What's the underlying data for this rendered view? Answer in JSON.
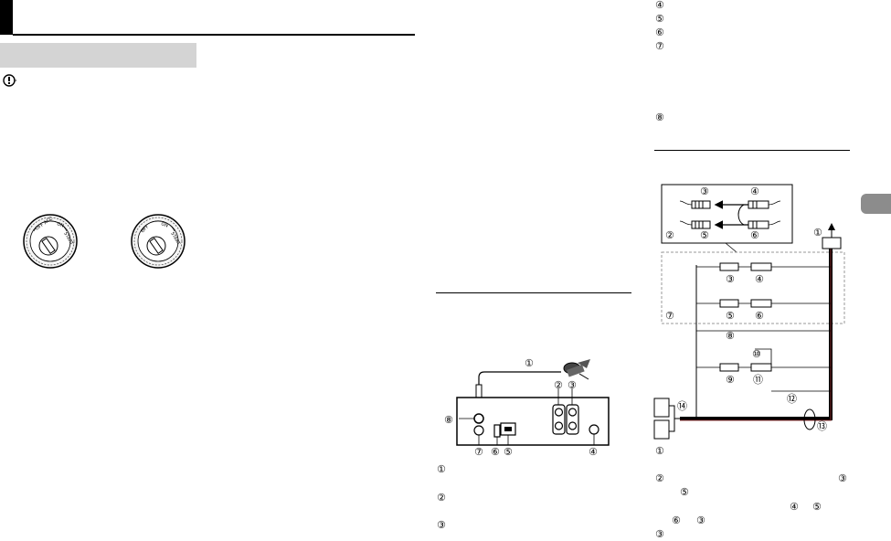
{
  "left_column": {
    "caution_icon": "caution-icon",
    "ignition_switches": [
      "ignition-switch-acc-position",
      "ignition-switch-no-acc-position"
    ]
  },
  "middle_column": {
    "list_numbers": [
      "①",
      "②",
      "③"
    ],
    "diagram_callouts": [
      "①",
      "②",
      "③",
      "④",
      "⑤",
      "⑥",
      "⑦",
      "⑧"
    ]
  },
  "right_column": {
    "top_list_numbers": [
      "④",
      "⑤",
      "⑥",
      "⑦",
      "⑧"
    ],
    "diagram_callouts": [
      "①",
      "②",
      "③",
      "④",
      "⑤",
      "⑥",
      "⑦",
      "⑧",
      "⑨",
      "⑩",
      "⑪",
      "⑫",
      "⑬",
      "⑭"
    ],
    "bottom_item_1": "①",
    "bottom_item_2": [
      "②",
      "③",
      "⑤",
      "④",
      "⑤",
      "⑥",
      "③"
    ],
    "bottom_item_3": "③"
  },
  "colors": {
    "header_black": "#000000",
    "band_grey": "#d4d4d4",
    "tab_grey": "#8c8c8c",
    "dashed_grey": "#9a9a9a"
  }
}
